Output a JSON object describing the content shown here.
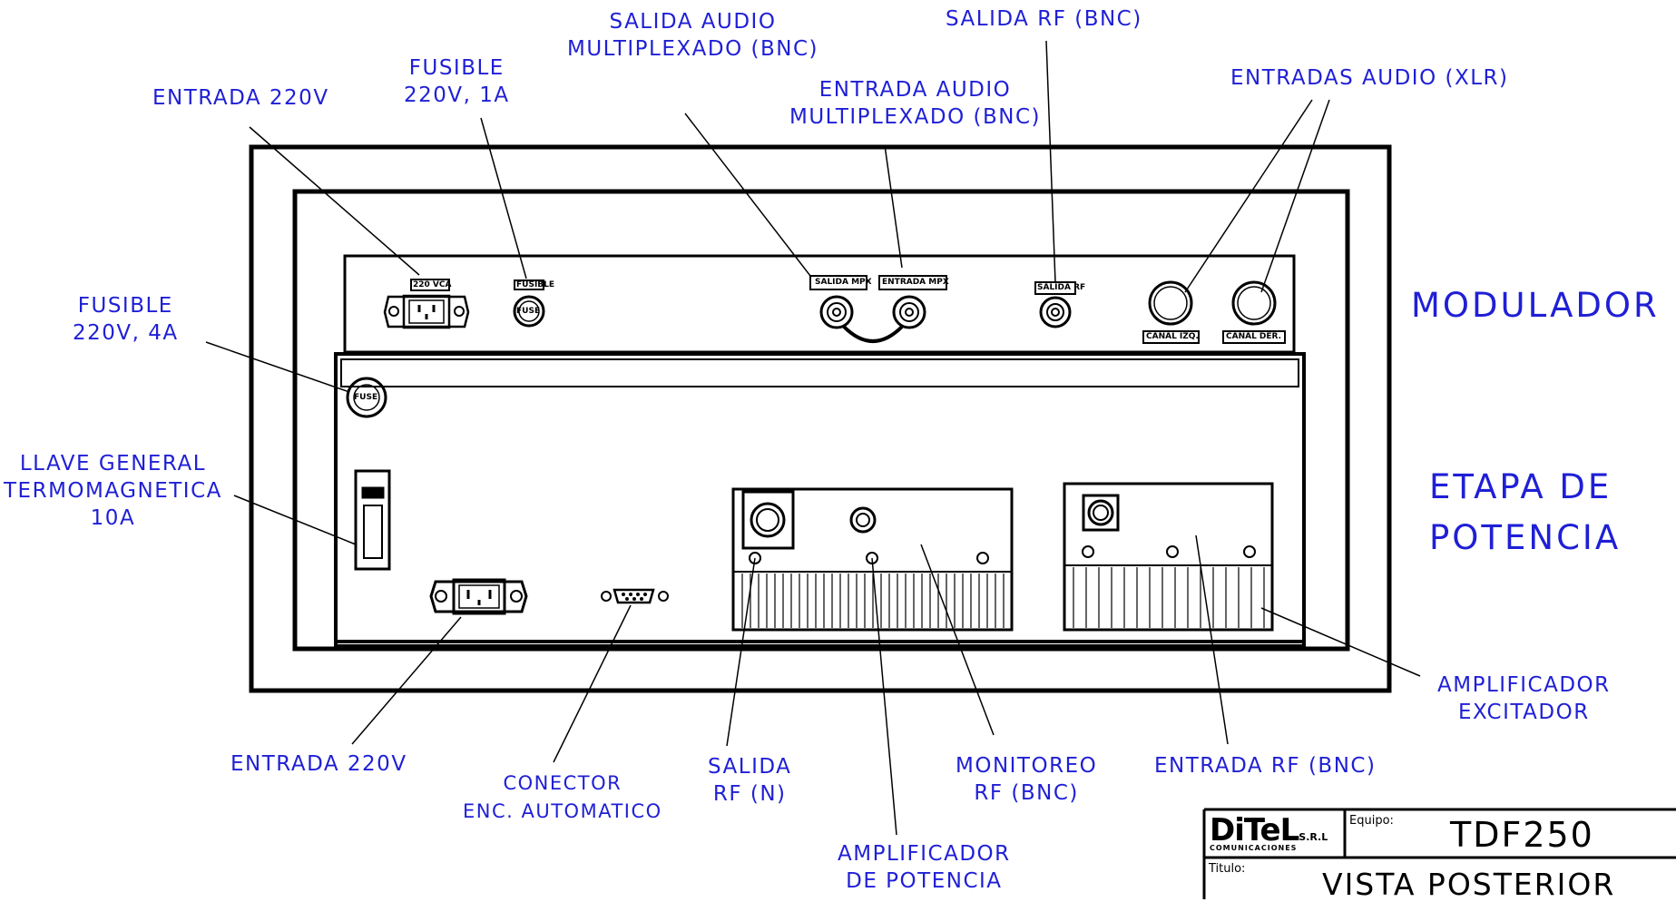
{
  "section_labels": {
    "modulador": "MODULADOR",
    "etapa_line1": "ETAPA DE",
    "etapa_line2": "POTENCIA"
  },
  "callouts": {
    "entrada_220v_top": "ENTRADA 220V",
    "fusible_1a": [
      "FUSIBLE",
      "220V, 1A"
    ],
    "salida_audio_mpx": [
      "SALIDA AUDIO",
      "MULTIPLEXADO (BNC)"
    ],
    "entrada_audio_mpx": [
      "ENTRADA AUDIO",
      "MULTIPLEXADO (BNC)"
    ],
    "salida_rf_bnc": "SALIDA RF (BNC)",
    "entradas_audio_xlr": "ENTRADAS AUDIO (XLR)",
    "fusible_4a": [
      "FUSIBLE",
      "220V, 4A"
    ],
    "llave_general": [
      "LLAVE GENERAL",
      "TERMOMAGNETICA",
      "10A"
    ],
    "entrada_220v_bottom": "ENTRADA 220V",
    "conector_enc": [
      "CONECTOR",
      "ENC. AUTOMATICO"
    ],
    "salida_rf_n": [
      "SALIDA",
      "RF (N)"
    ],
    "amplificador_potencia": [
      "AMPLIFICADOR",
      "DE POTENCIA"
    ],
    "monitoreo_rf": [
      "MONITOREO",
      "RF (BNC)"
    ],
    "entrada_rf_bnc": "ENTRADA RF (BNC)",
    "amplificador_excitador": [
      "AMPLIFICADOR",
      "EXCITADOR"
    ]
  },
  "panel_tags": {
    "vca": "220 VCA",
    "fusible": "FUSIBLE",
    "salida_mpx": "SALIDA MPX",
    "entrada_mpx": "ENTRADA MPX",
    "salida_rf": "SALIDA RF",
    "canal_izq": "CANAL IZQ.",
    "canal_der": "CANAL DER.",
    "fuse": "FUSE"
  },
  "title_block": {
    "logo": "DiTeL",
    "logo_suffix": "S.R.L",
    "logo_sub": "COMUNICACIONES",
    "equipo_label": "Equipo:",
    "equipo_value": "TDF250",
    "titulo_label": "Titulo:",
    "titulo_value": "VISTA POSTERIOR"
  },
  "colors": {
    "label_blue": "#1f1fd6",
    "drawing_black": "#000000"
  }
}
